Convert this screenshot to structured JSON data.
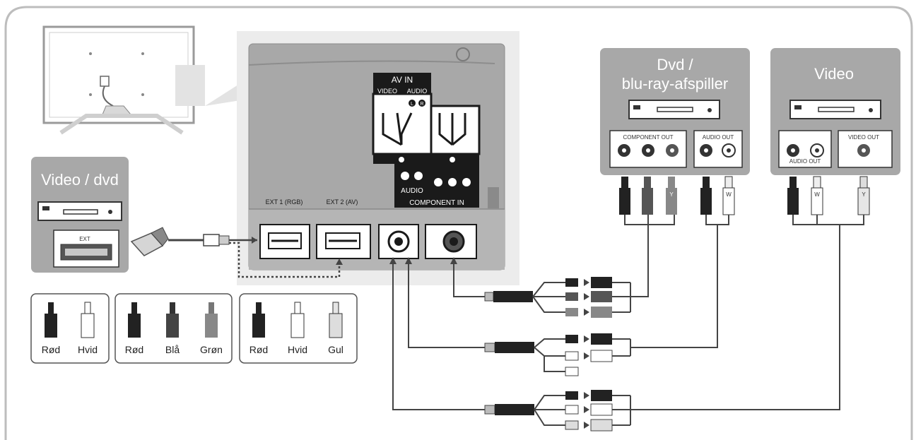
{
  "devices": {
    "left": {
      "title": "Video / dvd",
      "port_label": "EXT"
    },
    "dvd": {
      "title_line1": "Dvd /",
      "title_line2": "blu-ray-afspiller",
      "component_out": "COMPONENT OUT",
      "audio_out": "AUDIO OUT",
      "plug_y": "Y",
      "plug_w": "W"
    },
    "video": {
      "title": "Video",
      "video_out": "VIDEO OUT",
      "audio_out": "AUDIO OUT",
      "plug_w": "W",
      "plug_y": "Y"
    }
  },
  "tv_panel": {
    "av_in": "AV IN",
    "video": "VIDEO",
    "audio": "AUDIO",
    "audio_l": "L",
    "audio_r": "R",
    "audio_bottom": "AUDIO",
    "component_in": "COMPONENT IN",
    "ext1": "EXT 1 (RGB)",
    "ext2": "EXT 2 (AV)"
  },
  "legend": {
    "group1": [
      "Rød",
      "Hvid"
    ],
    "group2": [
      "Rød",
      "Blå",
      "Grøn"
    ],
    "group3": [
      "Rød",
      "Hvid",
      "Gul"
    ]
  },
  "colors": {
    "panel_bg": "#a8a8a8",
    "frame": "#bdbdbd",
    "pale_panel": "#ececec",
    "cable": "#444444"
  }
}
